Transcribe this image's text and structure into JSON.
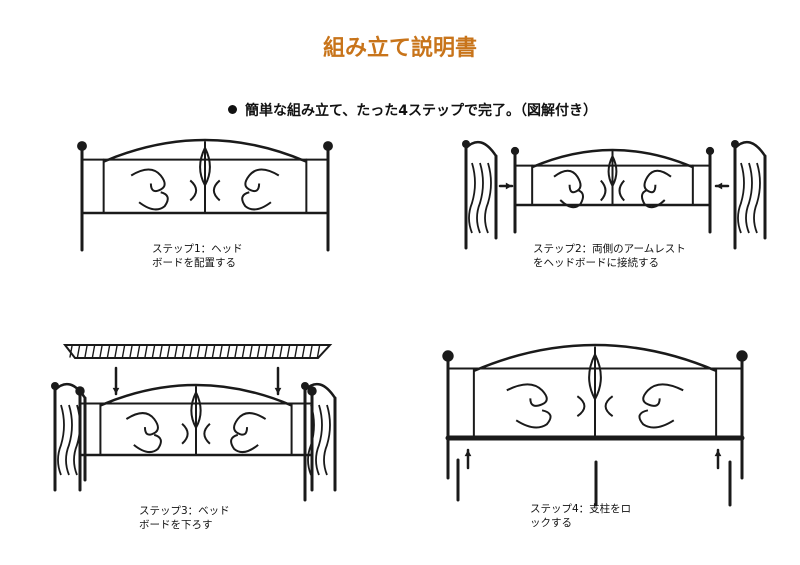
{
  "title": "組み立て説明書",
  "subtitle": "簡単な組み立て、たった4ステップで完了。（図解付き）",
  "steps": [
    {
      "line1": "ステップ1：ヘッド",
      "line2": "ボードを配置する"
    },
    {
      "line1": "ステップ2：両側のアームレスト",
      "line2": "をヘッドボードに接続する"
    },
    {
      "line1": "ステップ3：ベッド",
      "line2": "ボードを下ろす"
    },
    {
      "line1": "ステップ4：支柱をロ",
      "line2": "ックする"
    }
  ],
  "colors": {
    "title": "#c8741a",
    "metal": "#1a1a1a"
  }
}
